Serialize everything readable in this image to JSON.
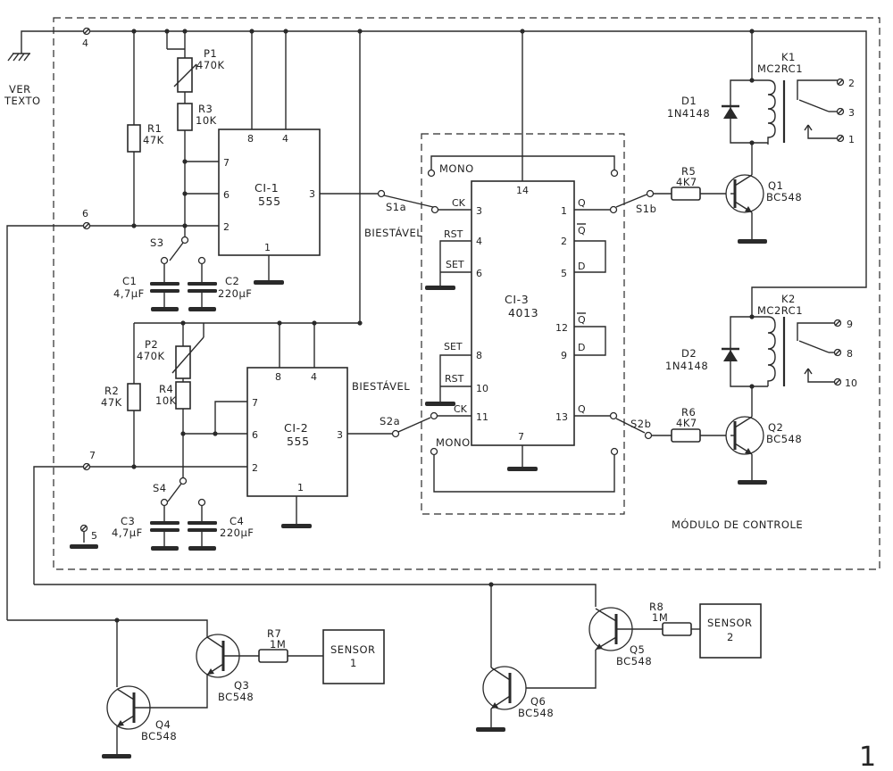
{
  "figure_number": "1",
  "module_label": "MÓDULO DE CONTROLE",
  "ground_ref": {
    "line1": "VER",
    "line2": "TEXTO"
  },
  "terminals": [
    "4",
    "6",
    "7",
    "5"
  ],
  "relay_contacts": {
    "k1": [
      "2",
      "3",
      "1"
    ],
    "k2": [
      "9",
      "8",
      "10"
    ]
  },
  "components": {
    "p1": {
      "ref": "P1",
      "value": "470K"
    },
    "r1": {
      "ref": "R1",
      "value": "47K"
    },
    "r3": {
      "ref": "R3",
      "value": "10K"
    },
    "s3": {
      "ref": "S3"
    },
    "c1": {
      "ref": "C1",
      "value": "4,7µF"
    },
    "c2": {
      "ref": "C2",
      "value": "220µF"
    },
    "ci1": {
      "ref": "CI-1",
      "value": "555",
      "pins": [
        "8",
        "4",
        "7",
        "6",
        "2",
        "3",
        "1"
      ]
    },
    "p2": {
      "ref": "P2",
      "value": "470K"
    },
    "r2": {
      "ref": "R2",
      "value": "47K"
    },
    "r4": {
      "ref": "R4",
      "value": "10K"
    },
    "s4": {
      "ref": "S4"
    },
    "c3": {
      "ref": "C3",
      "value": "4,7µF"
    },
    "c4": {
      "ref": "C4",
      "value": "220µF"
    },
    "ci2": {
      "ref": "CI-2",
      "value": "555",
      "pins": [
        "8",
        "4",
        "7",
        "6",
        "2",
        "3",
        "1"
      ]
    },
    "ci3": {
      "ref": "CI-3",
      "value": "4013",
      "pin14": "14",
      "pin7": "7",
      "left_pins": [
        "3",
        "4",
        "6",
        "8",
        "10",
        "11"
      ],
      "right_pins": [
        "1",
        "2",
        "5",
        "12",
        "9",
        "13"
      ],
      "left_labels": [
        "CK",
        "RST",
        "SET",
        "SET",
        "RST",
        "CK"
      ],
      "right_labels": [
        "Q",
        "Q",
        "D",
        "Q",
        "D",
        "Q"
      ]
    },
    "s1a": {
      "ref": "S1a"
    },
    "s1b": {
      "ref": "S1b"
    },
    "s2a": {
      "ref": "S2a"
    },
    "s2b": {
      "ref": "S2b"
    },
    "mono_label": "MONO",
    "biestavel_label": "BIESTÁVEL",
    "r5": {
      "ref": "R5",
      "value": "4K7"
    },
    "r6": {
      "ref": "R6",
      "value": "4K7"
    },
    "q1": {
      "ref": "Q1",
      "value": "BC548"
    },
    "q2": {
      "ref": "Q2",
      "value": "BC548"
    },
    "d1": {
      "ref": "D1",
      "value": "1N4148"
    },
    "d2": {
      "ref": "D2",
      "value": "1N4148"
    },
    "k1": {
      "ref": "K1",
      "value": "MC2RC1"
    },
    "k2": {
      "ref": "K2",
      "value": "MC2RC1"
    },
    "r7": {
      "ref": "R7",
      "value": "1M"
    },
    "r8": {
      "ref": "R8",
      "value": "1M"
    },
    "q3": {
      "ref": "Q3",
      "value": "BC548"
    },
    "q4": {
      "ref": "Q4",
      "value": "BC548"
    },
    "q5": {
      "ref": "Q5",
      "value": "BC548"
    },
    "q6": {
      "ref": "Q6",
      "value": "BC548"
    },
    "sensor1": {
      "line1": "SENSOR",
      "line2": "1"
    },
    "sensor2": {
      "line1": "SENSOR",
      "line2": "2"
    }
  }
}
